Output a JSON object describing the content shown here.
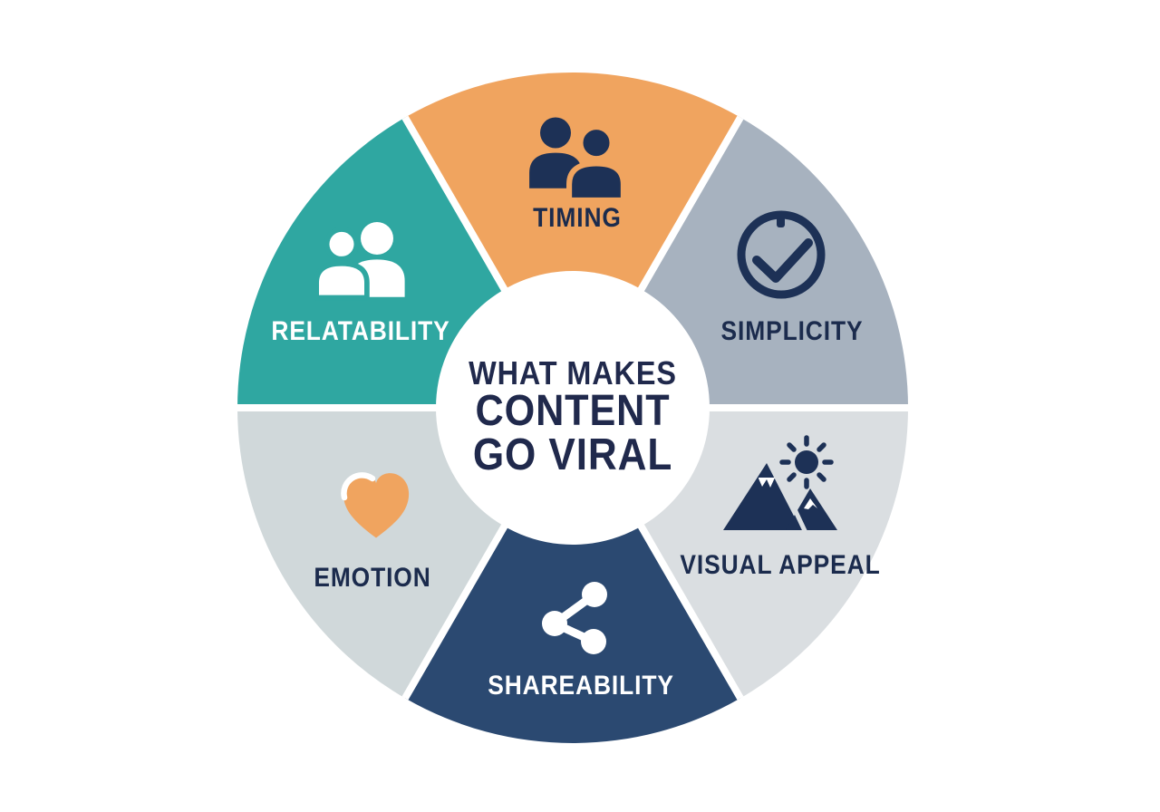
{
  "background": "#FFFFFF",
  "center": {
    "line1": "WHAT MAKES",
    "line2": "CONTENT",
    "line3": "GO VIRAL",
    "text_color": "#20294C",
    "circle_color": "#FFFFFF"
  },
  "colors": {
    "icon_navy": "#1D3156",
    "white": "#FFFFFF",
    "heart_orange": "#F0A45F",
    "separator": "#FFFFFF"
  },
  "segments": [
    {
      "id": "timing",
      "label": "TIMING",
      "color": "#F0A45F",
      "label_color": "#1B2B4D",
      "icon": "people-icon"
    },
    {
      "id": "simplicity",
      "label": "SIMPLICITY",
      "color": "#A7B2BF",
      "label_color": "#1B2B4D",
      "icon": "check-circle-icon"
    },
    {
      "id": "visual-appeal",
      "label": "VISUAL APPEAL",
      "color": "#DADEE1",
      "label_color": "#1B2B4D",
      "icon": "mountains-sun-icon"
    },
    {
      "id": "shareability",
      "label": "SHAREABILITY",
      "color": "#2B4971",
      "label_color": "#FFFFFF",
      "icon": "share-icon"
    },
    {
      "id": "emotion",
      "label": "EMOTION",
      "color": "#D0D8DA",
      "label_color": "#1B2B4D",
      "icon": "heart-icon"
    },
    {
      "id": "relatability",
      "label": "RELATABILITY",
      "color": "#2FA7A1",
      "label_color": "#FFFFFF",
      "icon": "people-icon"
    }
  ]
}
